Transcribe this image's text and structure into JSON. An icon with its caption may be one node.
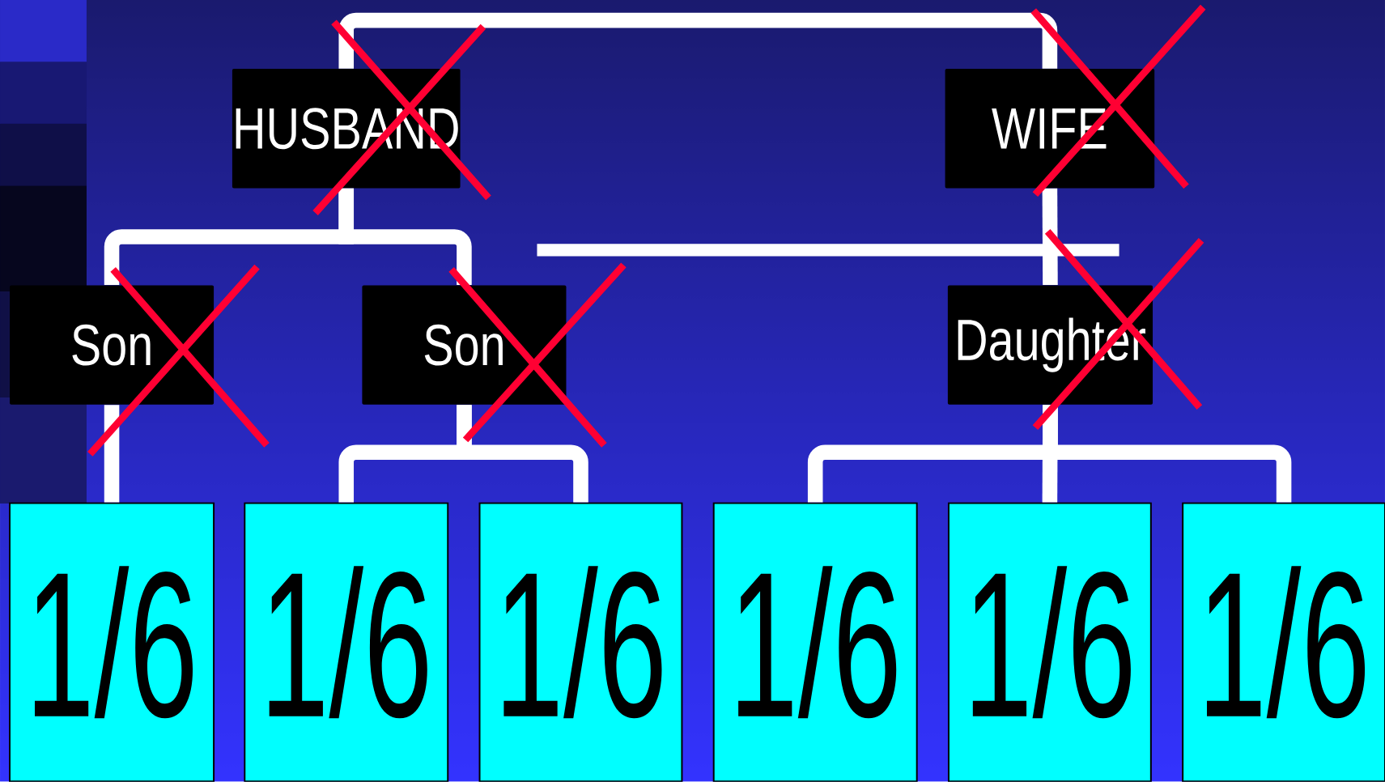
{
  "diagram": {
    "nodes": [
      {
        "text": [
          "HUSBAND"
        ]
      },
      {
        "text": [
          "WIFE"
        ]
      },
      {
        "text": [
          "Son"
        ]
      },
      {
        "text": [
          "Son"
        ]
      },
      {
        "text": [
          "Daughter"
        ]
      },
      {
        "text": [
          "1/6"
        ]
      },
      {
        "text": [
          "1/6"
        ]
      },
      {
        "text": [
          "1/6"
        ]
      },
      {
        "text": [
          "1/6"
        ]
      },
      {
        "text": [
          "1/6"
        ]
      },
      {
        "text": [
          "1/6"
        ]
      },
      {
        "text": [],
        "shape": "bar"
      }
    ],
    "edges": [
      {
        "from": 0,
        "to": 1,
        "arrow": "none"
      },
      {
        "from": 0,
        "to": 2,
        "arrow": "none"
      },
      {
        "from": 0,
        "to": 3,
        "arrow": "none"
      },
      {
        "from": 2,
        "to": 5,
        "arrow": "none"
      },
      {
        "from": 3,
        "to": 6,
        "arrow": "none"
      },
      {
        "from": 3,
        "to": 7,
        "arrow": "none"
      },
      {
        "from": 1,
        "to": 4,
        "arrow": "none"
      },
      {
        "from": 4,
        "to": 8,
        "arrow": "none"
      },
      {
        "from": 4,
        "to": 9,
        "arrow": "none"
      },
      {
        "from": 4,
        "to": 10,
        "arrow": "none"
      }
    ]
  }
}
